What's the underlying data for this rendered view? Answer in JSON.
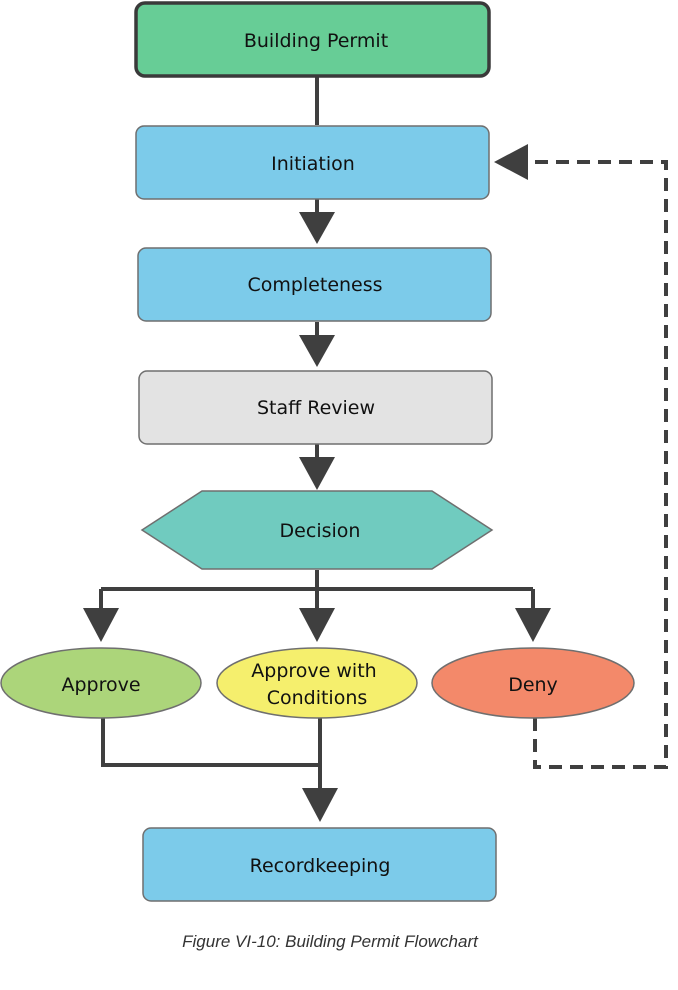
{
  "nodes": {
    "building_permit": "Building Permit",
    "initiation": "Initiation",
    "completeness": "Completeness",
    "staff_review": "Staff Review",
    "decision": "Decision",
    "approve": "Approve",
    "approve_with_conditions_line1": "Approve with",
    "approve_with_conditions_line2": "Conditions",
    "deny": "Deny",
    "recordkeeping": "Recordkeeping"
  },
  "caption": "Figure VI-10: Building Permit Flowchart",
  "colors": {
    "start_node": "#67cd96",
    "process_node": "#7ccbea",
    "review_node": "#e3e3e3",
    "decision_node": "#70cbbf",
    "approve_node": "#acd57a",
    "conditions_node": "#f5ef6d",
    "deny_node": "#f3896a",
    "connector": "#3f3f3f",
    "node_border": "#5a5a5a"
  }
}
